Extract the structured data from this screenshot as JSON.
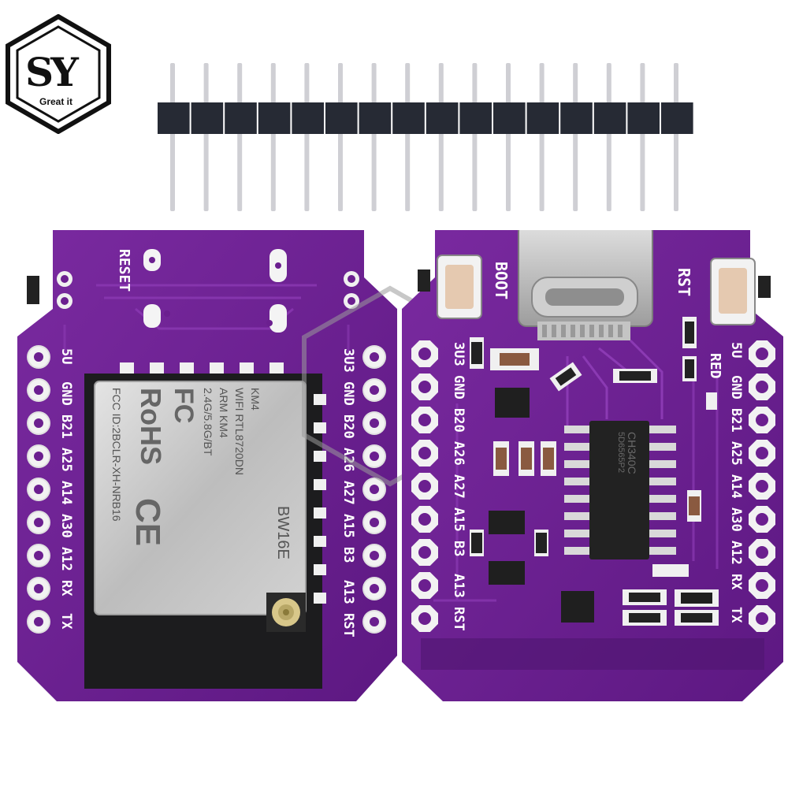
{
  "logo": {
    "letters": "SY",
    "tagline": "Great it"
  },
  "colors": {
    "pcb": "#6b1f8f",
    "pcb_dark": "#4e1268",
    "silk": "#ffffff",
    "shield": "#c9c9c9",
    "header": "#23252d"
  },
  "header_pins": {
    "count": 16
  },
  "left_board": {
    "reset_label": "RESET",
    "pins_left": [
      "5U",
      "GND",
      "B21",
      "A25",
      "A14",
      "A30",
      "A12",
      "RX",
      "TX"
    ],
    "pins_right": [
      "3U3",
      "GND",
      "B20",
      "A26",
      "A27",
      "A15",
      "B3",
      "A13",
      "RST"
    ],
    "module": {
      "fcc_mark": "FC",
      "line1": "KM4",
      "line2": "WIFI RTL8720DN",
      "line3": "ARM  KM4",
      "line4": "2.4G/5.8G/BT",
      "rohs": "RoHS",
      "ce": "CE",
      "fcc_id": "FCC ID:2BCLR-XH-NRB16",
      "model": "BW16E"
    }
  },
  "right_board": {
    "boot_label": "BOOT",
    "rst_label": "RST",
    "red_label": "RED",
    "chip": {
      "line1": "CH340C",
      "line2": "5D6565P2"
    },
    "pins_left": [
      "3U3",
      "GND",
      "B20",
      "A26",
      "A27",
      "A15",
      "B3",
      "A13",
      "RST"
    ],
    "pins_right": [
      "5U",
      "GND",
      "B21",
      "A25",
      "A14",
      "A30",
      "A12",
      "RX",
      "TX"
    ]
  }
}
